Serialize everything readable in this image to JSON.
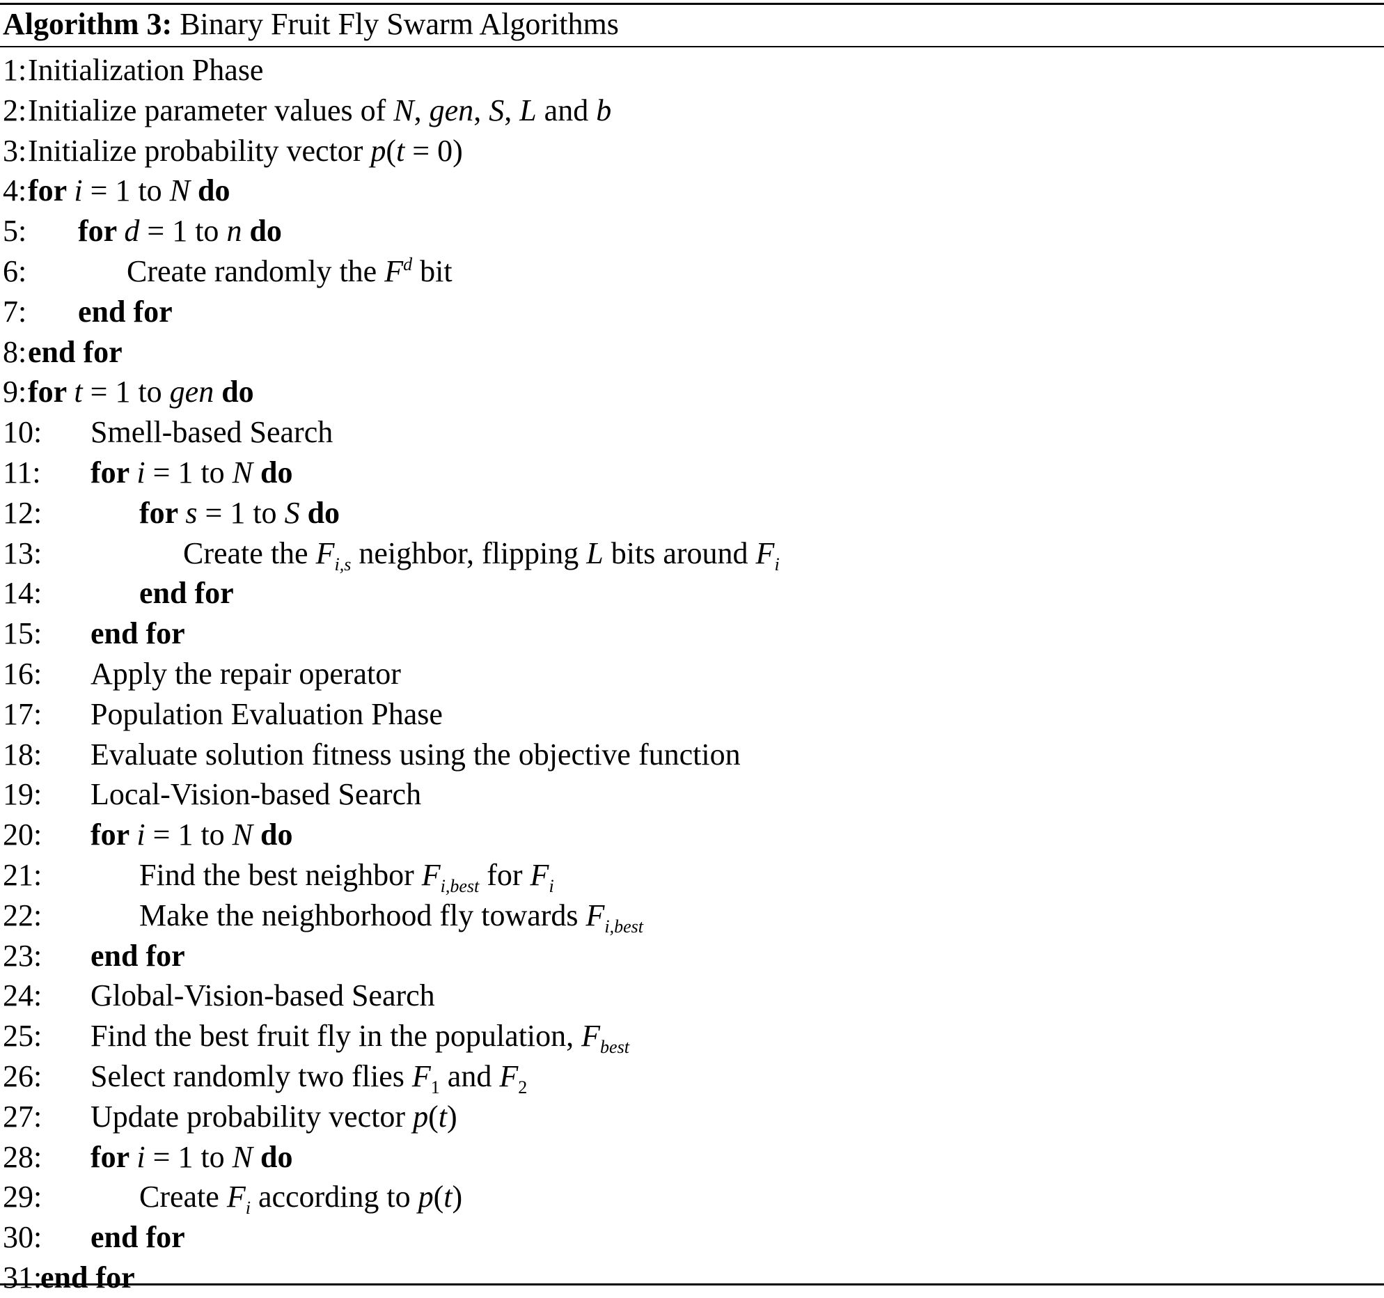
{
  "algorithm": {
    "title_label": "Algorithm 3:",
    "title_text": "Binary Fruit Fly Swarm Algorithms"
  },
  "lines": [
    {
      "num": "1:",
      "indent": 0,
      "parts": [
        {
          "t": "Initialization Phase"
        }
      ]
    },
    {
      "num": "2:",
      "indent": 0,
      "parts": [
        {
          "t": "Initialize parameter values of "
        },
        {
          "t": "N",
          "s": "it"
        },
        {
          "t": ", "
        },
        {
          "t": "gen",
          "s": "it"
        },
        {
          "t": ", "
        },
        {
          "t": "S",
          "s": "it"
        },
        {
          "t": ", "
        },
        {
          "t": "L",
          "s": "it"
        },
        {
          "t": " and "
        },
        {
          "t": "b",
          "s": "it"
        }
      ]
    },
    {
      "num": "3:",
      "indent": 0,
      "parts": [
        {
          "t": "Initialize probability vector "
        },
        {
          "t": "p",
          "s": "it"
        },
        {
          "t": "("
        },
        {
          "t": "t",
          "s": "it"
        },
        {
          "t": " = 0)"
        }
      ]
    },
    {
      "num": "4:",
      "indent": 0,
      "parts": [
        {
          "t": "for ",
          "s": "kw"
        },
        {
          "t": "i",
          "s": "it"
        },
        {
          "t": " = 1 to "
        },
        {
          "t": "N",
          "s": "it"
        },
        {
          "t": " do",
          "s": "kw"
        }
      ]
    },
    {
      "num": "5:",
      "indent": 1,
      "parts": [
        {
          "t": "for ",
          "s": "kw"
        },
        {
          "t": "d",
          "s": "it"
        },
        {
          "t": " = 1 to "
        },
        {
          "t": "n",
          "s": "it"
        },
        {
          "t": " do",
          "s": "kw"
        }
      ]
    },
    {
      "num": "6:",
      "indent": 2,
      "parts": [
        {
          "t": "Create randomly the "
        },
        {
          "t": "F",
          "s": "it"
        },
        {
          "t": "d",
          "s": "sup"
        },
        {
          "t": " bit"
        }
      ]
    },
    {
      "num": "7:",
      "indent": 1,
      "parts": [
        {
          "t": "end for",
          "s": "kw"
        }
      ]
    },
    {
      "num": "8:",
      "indent": 0,
      "parts": [
        {
          "t": "end for",
          "s": "kw"
        }
      ]
    },
    {
      "num": "9:",
      "indent": 0,
      "parts": [
        {
          "t": "for ",
          "s": "kw"
        },
        {
          "t": "t",
          "s": "it"
        },
        {
          "t": " = 1 to "
        },
        {
          "t": "gen",
          "s": "it"
        },
        {
          "t": " do",
          "s": "kw"
        }
      ]
    },
    {
      "num": "10:",
      "indent": 1,
      "parts": [
        {
          "t": "Smell-based Search"
        }
      ]
    },
    {
      "num": "11:",
      "indent": 1,
      "parts": [
        {
          "t": "for ",
          "s": "kw"
        },
        {
          "t": "i",
          "s": "it"
        },
        {
          "t": " = 1 to "
        },
        {
          "t": "N",
          "s": "it"
        },
        {
          "t": " do",
          "s": "kw"
        }
      ]
    },
    {
      "num": "12:",
      "indent": 2,
      "parts": [
        {
          "t": "for ",
          "s": "kw"
        },
        {
          "t": "s",
          "s": "it"
        },
        {
          "t": " = 1 to "
        },
        {
          "t": "S",
          "s": "it"
        },
        {
          "t": " do",
          "s": "kw"
        }
      ]
    },
    {
      "num": "13:",
      "indent": 3,
      "parts": [
        {
          "t": "Create the "
        },
        {
          "t": "F",
          "s": "it"
        },
        {
          "t": "i,s",
          "s": "sub"
        },
        {
          "t": " neighbor, flipping "
        },
        {
          "t": "L",
          "s": "it"
        },
        {
          "t": " bits around "
        },
        {
          "t": "F",
          "s": "it"
        },
        {
          "t": "i",
          "s": "sub"
        }
      ]
    },
    {
      "num": "14:",
      "indent": 2,
      "parts": [
        {
          "t": "end for",
          "s": "kw"
        }
      ]
    },
    {
      "num": "15:",
      "indent": 1,
      "parts": [
        {
          "t": "end for",
          "s": "kw"
        }
      ]
    },
    {
      "num": "16:",
      "indent": 1,
      "parts": [
        {
          "t": "Apply the repair operator"
        }
      ]
    },
    {
      "num": "17:",
      "indent": 1,
      "parts": [
        {
          "t": "Population Evaluation Phase"
        }
      ]
    },
    {
      "num": "18:",
      "indent": 1,
      "parts": [
        {
          "t": "Evaluate solution fitness using the objective function"
        }
      ]
    },
    {
      "num": "19:",
      "indent": 1,
      "parts": [
        {
          "t": "Local-Vision-based Search"
        }
      ]
    },
    {
      "num": "20:",
      "indent": 1,
      "parts": [
        {
          "t": "for ",
          "s": "kw"
        },
        {
          "t": "i",
          "s": "it"
        },
        {
          "t": " = 1 to "
        },
        {
          "t": "N",
          "s": "it"
        },
        {
          "t": " do",
          "s": "kw"
        }
      ]
    },
    {
      "num": "21:",
      "indent": 2,
      "parts": [
        {
          "t": "Find the best neighbor "
        },
        {
          "t": "F",
          "s": "it"
        },
        {
          "t": "i,best",
          "s": "sub"
        },
        {
          "t": " for "
        },
        {
          "t": "F",
          "s": "it"
        },
        {
          "t": "i",
          "s": "sub"
        }
      ]
    },
    {
      "num": "22:",
      "indent": 2,
      "parts": [
        {
          "t": "Make the neighborhood fly towards "
        },
        {
          "t": "F",
          "s": "it"
        },
        {
          "t": "i,best",
          "s": "sub"
        }
      ]
    },
    {
      "num": "23:",
      "indent": 1,
      "parts": [
        {
          "t": "end for",
          "s": "kw"
        }
      ]
    },
    {
      "num": "24:",
      "indent": 1,
      "parts": [
        {
          "t": "Global-Vision-based Search"
        }
      ]
    },
    {
      "num": "25:",
      "indent": 1,
      "parts": [
        {
          "t": "Find the best fruit fly in the population, "
        },
        {
          "t": "F",
          "s": "it"
        },
        {
          "t": "best",
          "s": "sub"
        }
      ]
    },
    {
      "num": "26:",
      "indent": 1,
      "parts": [
        {
          "t": "Select randomly two flies "
        },
        {
          "t": "F",
          "s": "it"
        },
        {
          "t": "1",
          "s": "subup"
        },
        {
          "t": " and "
        },
        {
          "t": "F",
          "s": "it"
        },
        {
          "t": "2",
          "s": "subup"
        }
      ]
    },
    {
      "num": "27:",
      "indent": 1,
      "parts": [
        {
          "t": "Update probability vector "
        },
        {
          "t": "p",
          "s": "it"
        },
        {
          "t": "("
        },
        {
          "t": "t",
          "s": "it"
        },
        {
          "t": ")"
        }
      ]
    },
    {
      "num": "28:",
      "indent": 1,
      "parts": [
        {
          "t": "for ",
          "s": "kw"
        },
        {
          "t": "i",
          "s": "it"
        },
        {
          "t": " = 1 to "
        },
        {
          "t": "N",
          "s": "it"
        },
        {
          "t": " do",
          "s": "kw"
        }
      ]
    },
    {
      "num": "29:",
      "indent": 2,
      "parts": [
        {
          "t": "Create "
        },
        {
          "t": "F",
          "s": "it"
        },
        {
          "t": "i",
          "s": "sub"
        },
        {
          "t": " according to "
        },
        {
          "t": "p",
          "s": "it"
        },
        {
          "t": "("
        },
        {
          "t": "t",
          "s": "it"
        },
        {
          "t": ")"
        }
      ]
    },
    {
      "num": "30:",
      "indent": 1,
      "parts": [
        {
          "t": "end for",
          "s": "kw"
        }
      ]
    },
    {
      "num": "31:",
      "indent": 0,
      "parts": [
        {
          "t": "end for",
          "s": "kw"
        }
      ]
    }
  ]
}
